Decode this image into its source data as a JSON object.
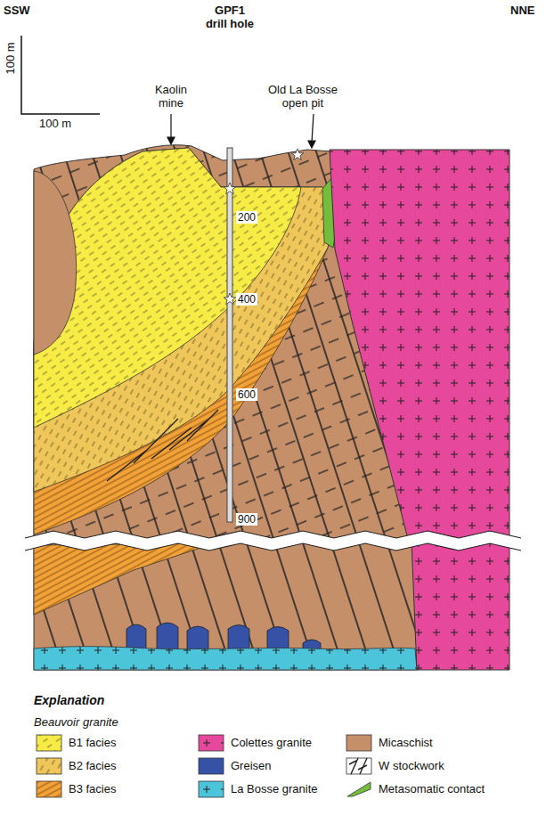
{
  "diagram": {
    "labels": [
      "SSW",
      "NNE",
      "GPF1 drill hole",
      "100 m",
      "100 m",
      "Kaolin mine",
      "Old La Bosse open pit",
      "200",
      "400",
      "600",
      "900",
      "Explanation",
      "Beauvoir granite"
    ],
    "legend": [
      {
        "text": "B1 facies",
        "color": "#f7ec45"
      },
      {
        "text": "B2 facies",
        "color": "#efc65a"
      },
      {
        "text": "B3 facies",
        "color": "#f3a238"
      },
      {
        "text": "Colettes granite",
        "color": "#e6489b"
      },
      {
        "text": "Greisen",
        "color": "#3552a6"
      },
      {
        "text": "La Bosse granite",
        "color": "#4cc4da"
      },
      {
        "text": "Micaschist",
        "color": "#c58f6a"
      },
      {
        "text": "W stockwork"
      },
      {
        "text": "Metasomatic contact",
        "color": "#74bd3c"
      }
    ]
  }
}
